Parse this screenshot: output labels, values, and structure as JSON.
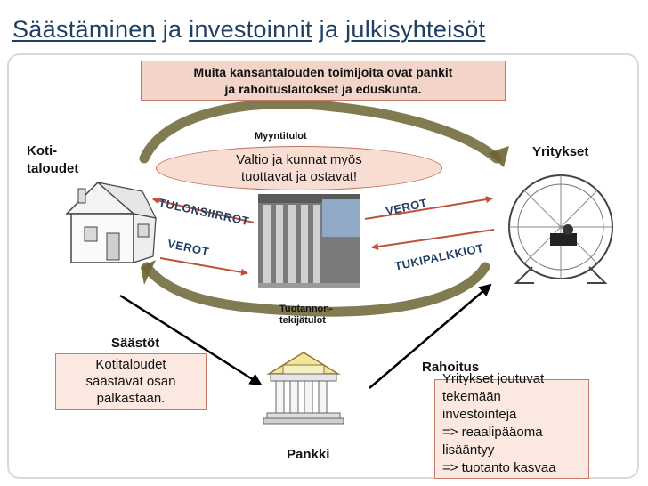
{
  "title": {
    "part1": "Säästäminen",
    "sep1": "ja",
    "part2": "investoinnit",
    "sep2": "ja",
    "part3": "julkisyhteisöt"
  },
  "note": {
    "line1": "Muita kansantalouden toimijoita ovat pankit",
    "line2": "ja rahoituslaitokset ja eduskunta."
  },
  "actors": {
    "households_line1": "Koti-",
    "households_line2": "taloudet",
    "firms": "Yritykset",
    "bank": "Pankki"
  },
  "flows": {
    "sales_income": "Myyntitulot",
    "factor_income_line1": "Tuotannon-",
    "factor_income_line2": "tekijätulot",
    "transfers": "TULONSIIRROT",
    "taxes_households": "VEROT",
    "taxes_firms": "VEROT",
    "subsidies": "TUKIPALKKIOT"
  },
  "government": {
    "line1": "Valtio ja kunnat myös",
    "line2": "tuottavat ja ostavat!"
  },
  "savings": {
    "heading": "Säästöt",
    "line1": "Kotitaloudet",
    "line2": "säästävät osan",
    "line3": "palkastaan."
  },
  "financing": {
    "heading": "Rahoitus",
    "line1": "Yritykset joutuvat",
    "line2": "tekemään",
    "line3": "investointeja",
    "line4": "=> reaalipääoma",
    "line5": "lisääntyy",
    "line6": "=> tuotanto kasvaa"
  },
  "colors": {
    "title": "#1f3f63",
    "arrow_red": "#c0503a",
    "cycle": "#5f5a2e",
    "note_fill": "#f2d4c9",
    "box_fill": "#fbe8e0"
  }
}
